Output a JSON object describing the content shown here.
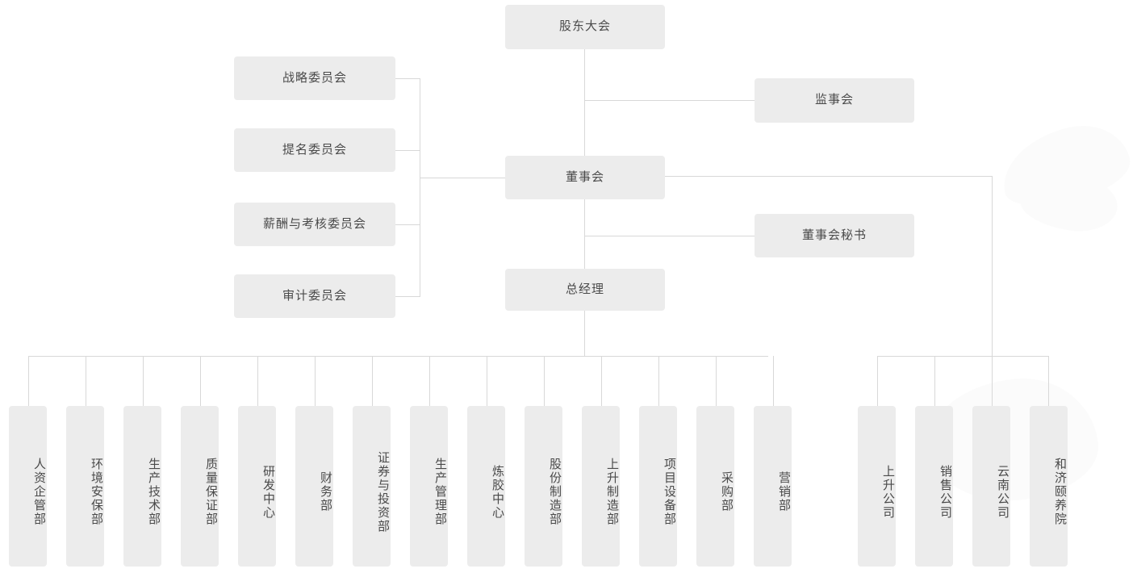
{
  "chart": {
    "type": "org-chart",
    "title_visible": false,
    "box_fill": "#ececec",
    "line_color": "#d8d8d8",
    "text_color": "#4a4a4a",
    "background": "#ffffff"
  },
  "top": {
    "shareholders_meeting": "股东大会"
  },
  "center": {
    "board_of_directors": "董事会",
    "general_manager": "总经理"
  },
  "right_of_center": {
    "supervisory_board": "监事会",
    "board_secretary": "董事会秘书"
  },
  "committees": [
    {
      "label": "战略委员会"
    },
    {
      "label": "提名委员会"
    },
    {
      "label": "薪酬与考核委员会"
    },
    {
      "label": "审计委员会"
    }
  ],
  "departments": [
    {
      "label": "人资企管部"
    },
    {
      "label": "环境安保部"
    },
    {
      "label": "生产技术部"
    },
    {
      "label": "质量保证部"
    },
    {
      "label": "研发中心"
    },
    {
      "label": "财务部"
    },
    {
      "label": "证券与投资部"
    },
    {
      "label": "生产管理部"
    },
    {
      "label": "炼胶中心"
    },
    {
      "label": "股份制造部"
    },
    {
      "label": "上升制造部"
    },
    {
      "label": "项目设备部"
    },
    {
      "label": "采购部"
    },
    {
      "label": "营销部"
    }
  ],
  "subsidiaries": [
    {
      "label": "上升公司"
    },
    {
      "label": "销售公司"
    },
    {
      "label": "云南公司"
    },
    {
      "label": "和济颐养院"
    }
  ]
}
